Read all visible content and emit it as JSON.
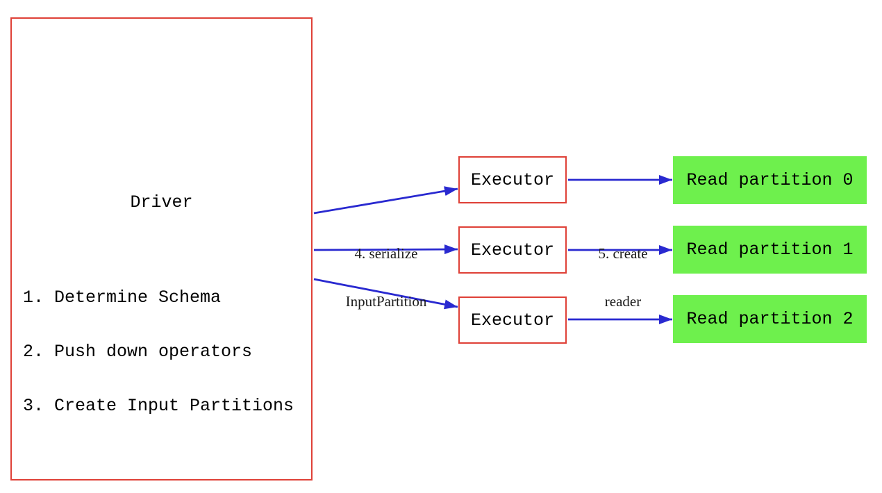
{
  "diagram": {
    "driver": {
      "title": "Driver",
      "steps": [
        "1. Determine Schema",
        "2. Push down operators",
        "3. Create Input Partitions"
      ]
    },
    "executors": [
      {
        "label": "Executor"
      },
      {
        "label": "Executor"
      },
      {
        "label": "Executor"
      }
    ],
    "read_partitions": [
      {
        "label": "Read partition 0"
      },
      {
        "label": "Read partition 1"
      },
      {
        "label": "Read partition 2"
      }
    ],
    "edge_labels": {
      "serialize": {
        "line1": "4. serialize",
        "line2": "InputPartition"
      },
      "create_reader": {
        "line1": "5. create",
        "line2": "reader"
      }
    },
    "colors": {
      "box_border_red": "#df4037",
      "arrow_blue": "#2929d0",
      "partition_green": "#6ef04d",
      "background": "#ffffff",
      "text": "#000000"
    }
  }
}
